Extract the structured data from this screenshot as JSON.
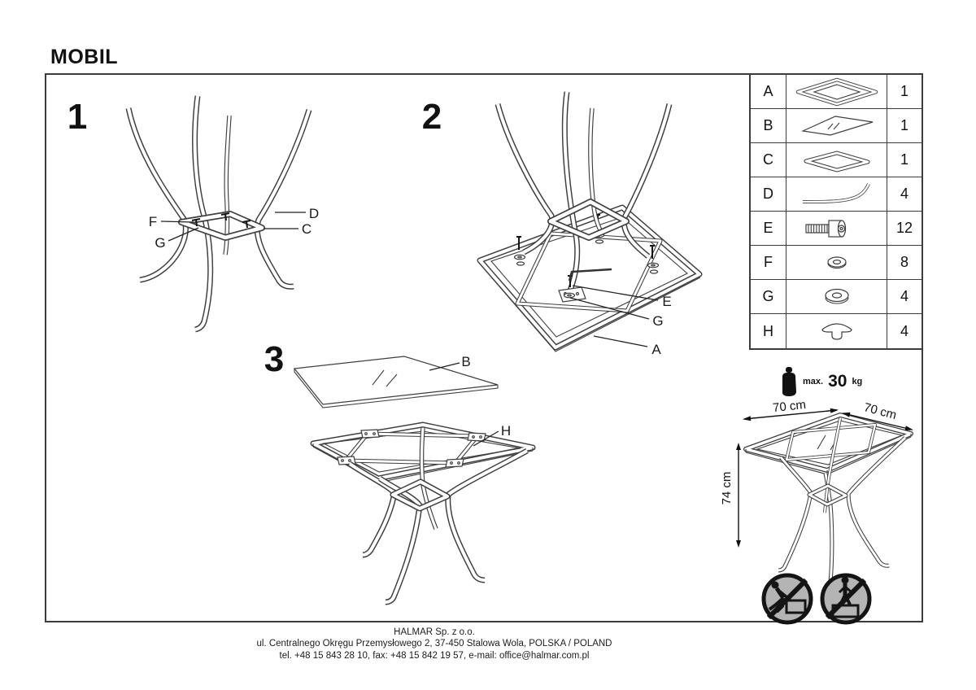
{
  "title": "MOBIL",
  "steps": [
    {
      "number": "1",
      "callouts": [
        "F",
        "G",
        "D",
        "C"
      ]
    },
    {
      "number": "2",
      "callouts": [
        "E",
        "G",
        "A"
      ]
    },
    {
      "number": "3",
      "callouts": [
        "B",
        "H"
      ]
    }
  ],
  "parts_table": {
    "rows": [
      {
        "letter": "A",
        "icon": "table-frame",
        "qty": "1"
      },
      {
        "letter": "B",
        "icon": "glass-top",
        "qty": "1"
      },
      {
        "letter": "C",
        "icon": "leg-ring",
        "qty": "1"
      },
      {
        "letter": "D",
        "icon": "curved-leg",
        "qty": "4"
      },
      {
        "letter": "E",
        "icon": "screw",
        "qty": "12"
      },
      {
        "letter": "F",
        "icon": "washer-small",
        "qty": "8"
      },
      {
        "letter": "G",
        "icon": "washer-large",
        "qty": "4"
      },
      {
        "letter": "H",
        "icon": "foot-cap",
        "qty": "4"
      }
    ]
  },
  "load_limit": {
    "label": "max.",
    "value": "30",
    "unit": "kg"
  },
  "dimensions": {
    "width": "70 cm",
    "depth": "70 cm",
    "height": "74 cm"
  },
  "safety_icons": [
    "no-pushing-furniture",
    "no-standing-on-furniture"
  ],
  "footer": {
    "company": "HALMAR Sp. z o.o.",
    "address": "ul. Centralnego Okręgu Przemysłowego 2, 37-450 Stalowa Wola, POLSKA / POLAND",
    "contact": "tel. +48 15 843 28 10, fax: +48 15 842 19 57, e-mail: office@halmar.com.pl"
  }
}
